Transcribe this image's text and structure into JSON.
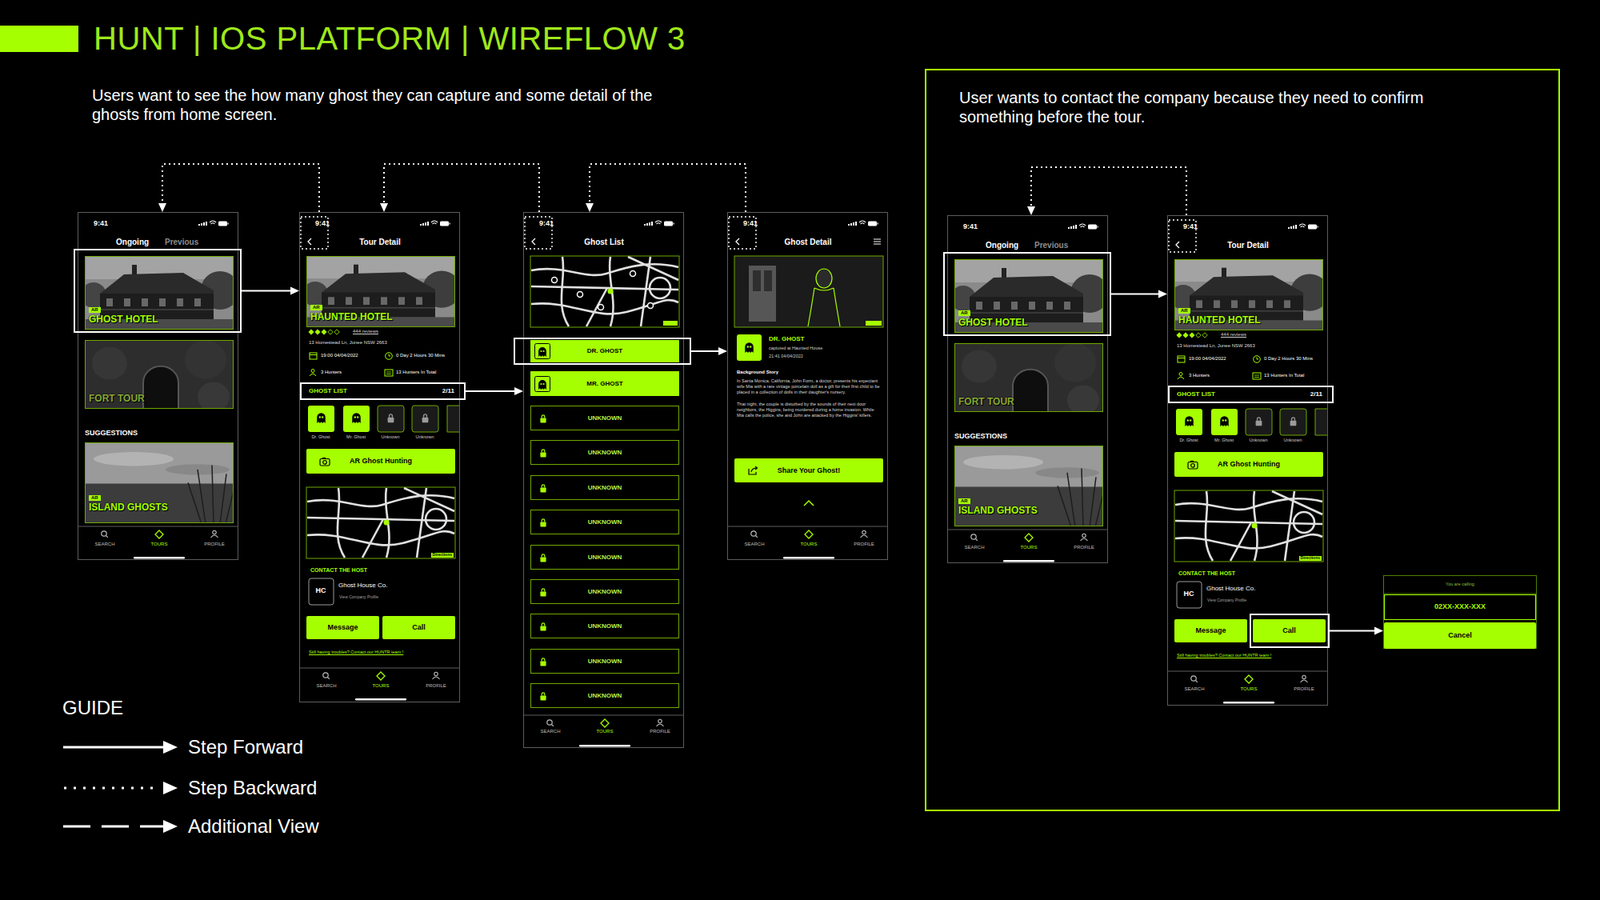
{
  "diagram": {
    "title": "HUNT | IOS PLATFORM | WIREFLOW 3",
    "nodes": [
      {
        "text": [
          "9:41",
          "Ongoing",
          "Previous",
          "SUGGESTIONS",
          "SEARCH",
          "TOURS",
          "PROFILE"
        ]
      },
      {
        "text": [
          "AR",
          "GHOST HOTEL"
        ],
        "in": 0
      },
      {
        "text": [
          "FORT TOUR"
        ],
        "in": 0
      },
      {
        "text": [
          "AR",
          "ISLAND GHOSTS"
        ],
        "in": 0
      },
      {
        "text": [
          "9:41",
          "Tour Detail",
          "444 reviews",
          "13 Homestead Ln, Junee NSW 2663",
          "19:00 04/04/2022",
          "0 Day 2 Hours 30 Mins",
          "3 Hunters",
          "13 Hunters In Total",
          "Dr. Ghost",
          "Mr. Ghost",
          "Unknown",
          "Unknown",
          "Directions",
          "CONTACT THE HOST",
          "HC",
          "Ghost House Co.",
          "View Company Profile",
          "Still having troubles? Contact our HUNTR team !",
          "SEARCH",
          "TOURS",
          "PROFILE"
        ]
      },
      {
        "text": [
          "AR",
          "HAUNTED HOTEL"
        ],
        "in": 4
      },
      {
        "text": [
          "GHOST LIST",
          "2/11"
        ],
        "in": 4
      },
      {
        "text": [
          "AR Ghost Hunting"
        ],
        "in": 4
      },
      {
        "text": [
          "Message"
        ],
        "in": 4
      },
      {
        "text": [
          "Call"
        ],
        "in": 4
      },
      {
        "text": [
          "9:41",
          "Ghost List",
          "SEARCH",
          "TOURS",
          "PROFILE"
        ]
      },
      {
        "text": [
          "DR. GHOST"
        ],
        "in": 10
      },
      {
        "text": [
          "MR. GHOST"
        ],
        "in": 10
      },
      {
        "text": [
          "UNKNOWN"
        ],
        "in": 10
      },
      {
        "text": [
          "UNKNOWN"
        ],
        "in": 10
      },
      {
        "text": [
          "UNKNOWN"
        ],
        "in": 10
      },
      {
        "text": [
          "UNKNOWN"
        ],
        "in": 10
      },
      {
        "text": [
          "UNKNOWN"
        ],
        "in": 10
      },
      {
        "text": [
          "UNKNOWN"
        ],
        "in": 10
      },
      {
        "text": [
          "UNKNOWN"
        ],
        "in": 10
      },
      {
        "text": [
          "UNKNOWN"
        ],
        "in": 10
      },
      {
        "text": [
          "UNKNOWN"
        ],
        "in": 10
      },
      {
        "text": [
          "9:41",
          "Ghost Detail",
          "DR. GHOST",
          "captured at Haunted House",
          "21:41 04/04/2022",
          "Background Story",
          "In Santa Monica, California, John Form, a doctor, presents his expectant wife Mia with a rare vintage porcelain doll as a gift for their first child to be placed in a collection of dolls in their daughter's nursery.",
          "That night, the couple is disturbed by the sounds of their next door neighbors, the Higgins, being murdered during a home invasion. While Mia calls the police, she and John are attacked by the Higgins' killers.",
          "SEARCH",
          "TOURS",
          "PROFILE"
        ]
      },
      {
        "text": [
          "Share Your Ghost!"
        ],
        "in": 22
      },
      {
        "text": [
          "9:41",
          "Ongoing",
          "Previous",
          "SUGGESTIONS",
          "SEARCH",
          "TOURS",
          "PROFILE"
        ]
      },
      {
        "text": [
          "AR",
          "GHOST HOTEL"
        ],
        "in": 24
      },
      {
        "text": [
          "FORT TOUR"
        ],
        "in": 24
      },
      {
        "text": [
          "AR",
          "ISLAND GHOSTS"
        ],
        "in": 24
      },
      {
        "text": [
          "9:41",
          "Tour Detail",
          "444 reviews",
          "13 Homestead Ln, Junee NSW 2663",
          "19:00 04/04/2022",
          "0 Day 2 Hours 30 Mins",
          "3 Hunters",
          "13 Hunters In Total",
          "Dr. Ghost",
          "Mr. Ghost",
          "Unknown",
          "Unknown",
          "Directions",
          "CONTACT THE HOST",
          "HC",
          "Ghost House Co.",
          "View Company Profile",
          "Still having troubles? Contact our HUNTR team !",
          "SEARCH",
          "TOURS",
          "PROFILE"
        ]
      },
      {
        "text": [
          "AR",
          "HAUNTED HOTEL"
        ],
        "in": 28
      },
      {
        "text": [
          "GHOST LIST",
          "2/11"
        ],
        "in": 28
      },
      {
        "text": [
          "AR Ghost Hunting"
        ],
        "in": 28
      },
      {
        "text": [
          "Message"
        ],
        "in": 28
      },
      {
        "text": [
          "Call"
        ],
        "in": 28
      },
      {
        "text": [
          "You are calling",
          "02XX-XXX-XXX"
        ]
      },
      {
        "text": [
          "Cancel"
        ],
        "in": 34
      }
    ],
    "edges": [
      {
        "from": 1,
        "to": 4,
        "arrow": "to"
      },
      {
        "from": 6,
        "to": 10,
        "arrow": "to"
      },
      {
        "from": 11,
        "to": 22,
        "arrow": "to"
      },
      {
        "from": 25,
        "to": 28,
        "arrow": "to"
      },
      {
        "from": 33,
        "to": 34,
        "arrow": "to"
      },
      {
        "from": 4,
        "to": 0,
        "arrow": "to"
      },
      {
        "from": 10,
        "to": 4,
        "arrow": "to"
      },
      {
        "from": 22,
        "to": 10,
        "arrow": "to"
      },
      {
        "from": 28,
        "to": 24,
        "arrow": "to"
      }
    ],
    "labels": [
      "Users want to see the how many ghost they can capture and some detail of the ghosts from home screen.",
      "User wants to contact the company because they need to confirm something before the tour.",
      "GUIDE"
    ],
    "legend": [
      {
        "text": "Step Forward"
      },
      {
        "text": "Step Backward"
      },
      {
        "text": "Additional View"
      }
    ]
  }
}
